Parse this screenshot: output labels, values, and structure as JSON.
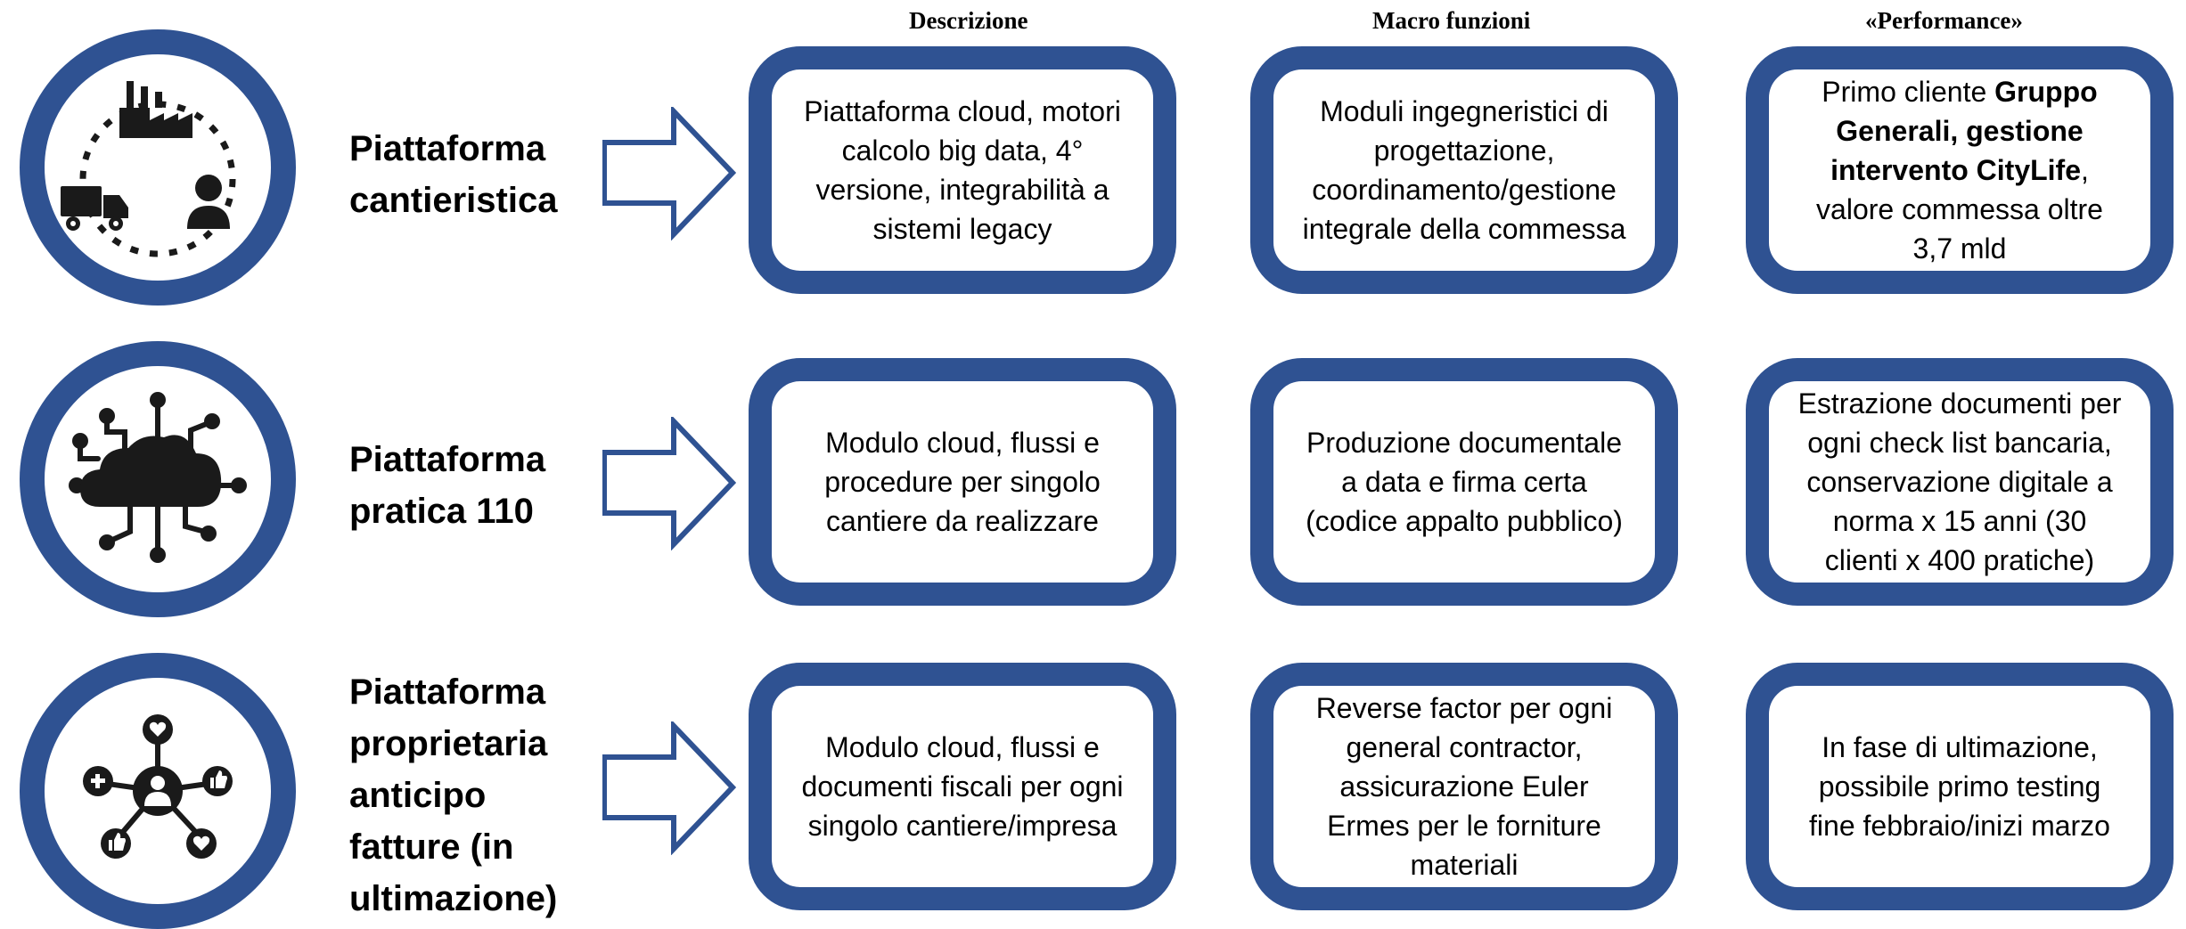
{
  "headers": {
    "descrizione": "Descrizione",
    "macro": "Macro funzioni",
    "performance": "«Performance»"
  },
  "colors": {
    "accent": "#2f5292",
    "icon": "#1a1a1a"
  },
  "rows": [
    {
      "icon": "supply-chain-cycle-icon",
      "label": [
        "Piattaforma",
        "cantieristica"
      ],
      "descrizione": [
        "Piattaforma cloud, motori",
        "calcolo big data, 4°",
        "versione, integrabilità a",
        "sistemi legacy"
      ],
      "macro": [
        "Moduli ingegneristici di",
        "progettazione,",
        "coordinamento/gestione",
        "integrale della commessa"
      ],
      "performance": {
        "line1_plain": "Primo cliente ",
        "line1_bold": "Gruppo",
        "line2_bold": "Generali, gestione",
        "line3_bold": "intervento CityLife",
        "line3_plain": ",",
        "line4": "valore commessa oltre",
        "line5": "3,7 mld"
      }
    },
    {
      "icon": "cloud-network-icon",
      "label": [
        "Piattaforma",
        "pratica 110"
      ],
      "descrizione": [
        "Modulo cloud, flussi e",
        "procedure per singolo",
        "cantiere da realizzare"
      ],
      "macro": [
        "Produzione documentale",
        "a data e firma certa",
        "(codice appalto pubblico)"
      ],
      "performance": [
        "Estrazione documenti per",
        "ogni check list bancaria,",
        "conservazione digitale a",
        "norma x 15 anni (30",
        "clienti x 400 pratiche)"
      ]
    },
    {
      "icon": "social-network-icon",
      "label": [
        "Piattaforma",
        "proprietaria",
        "anticipo",
        "fatture (in",
        "ultimazione)"
      ],
      "descrizione": [
        "Modulo cloud, flussi e",
        "documenti fiscali per ogni",
        "singolo cantiere/impresa"
      ],
      "macro": [
        "Reverse factor per ogni",
        "general contractor,",
        "assicurazione Euler",
        "Ermes per le forniture",
        "materiali"
      ],
      "performance": [
        "In fase di ultimazione,",
        "possibile primo testing",
        "fine febbraio/inizi marzo"
      ]
    }
  ]
}
